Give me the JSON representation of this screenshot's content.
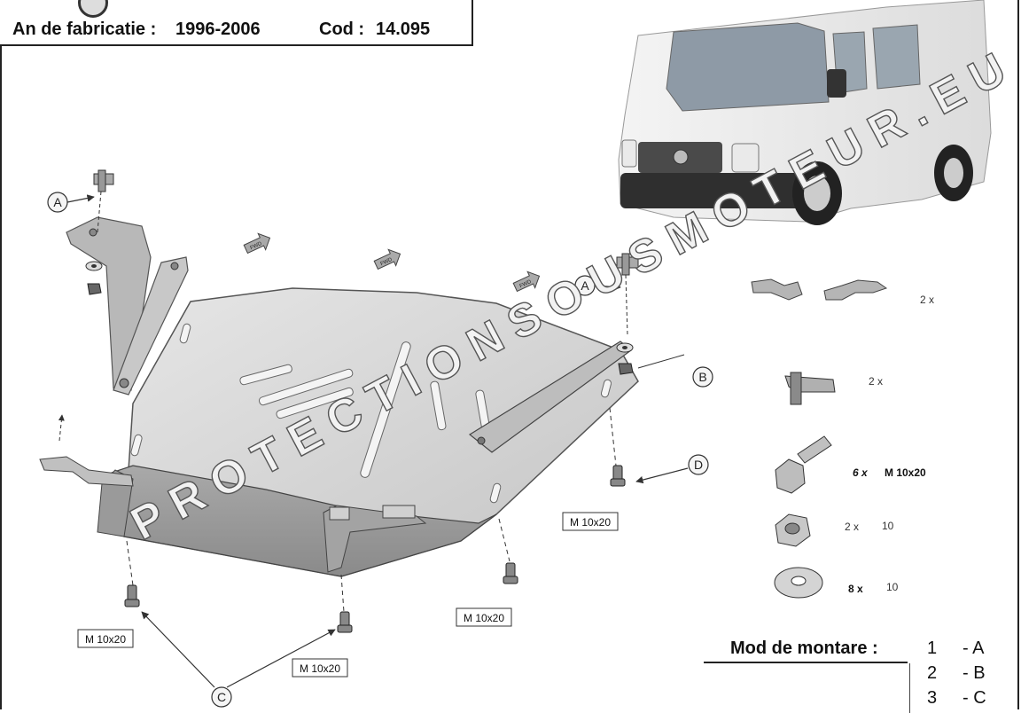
{
  "header": {
    "year_label": "An de fabricatie :",
    "year_value": "1996-2006",
    "code_label": "Cod :",
    "code_value": "14.095"
  },
  "watermark": "PROTECTIONSOUSMOTEUR.EU",
  "callouts": {
    "a": "A",
    "b": "B",
    "c": "C",
    "d": "D"
  },
  "bolt_label": "M 10x20",
  "hardware": {
    "bracket_qty": "2 x",
    "clip_qty": "2 x",
    "bolt_qty": "6 x",
    "bolt_size": "M 10x20",
    "nut_qty": "2 x",
    "nut_size": "10",
    "washer_qty": "8 x",
    "washer_size": "10"
  },
  "arrow_label": "FWD",
  "mounting": {
    "title": "Mod de montare :",
    "rows": [
      {
        "num": "1",
        "letter": "- A"
      },
      {
        "num": "2",
        "letter": "- B"
      },
      {
        "num": "3",
        "letter": "- C"
      }
    ]
  }
}
